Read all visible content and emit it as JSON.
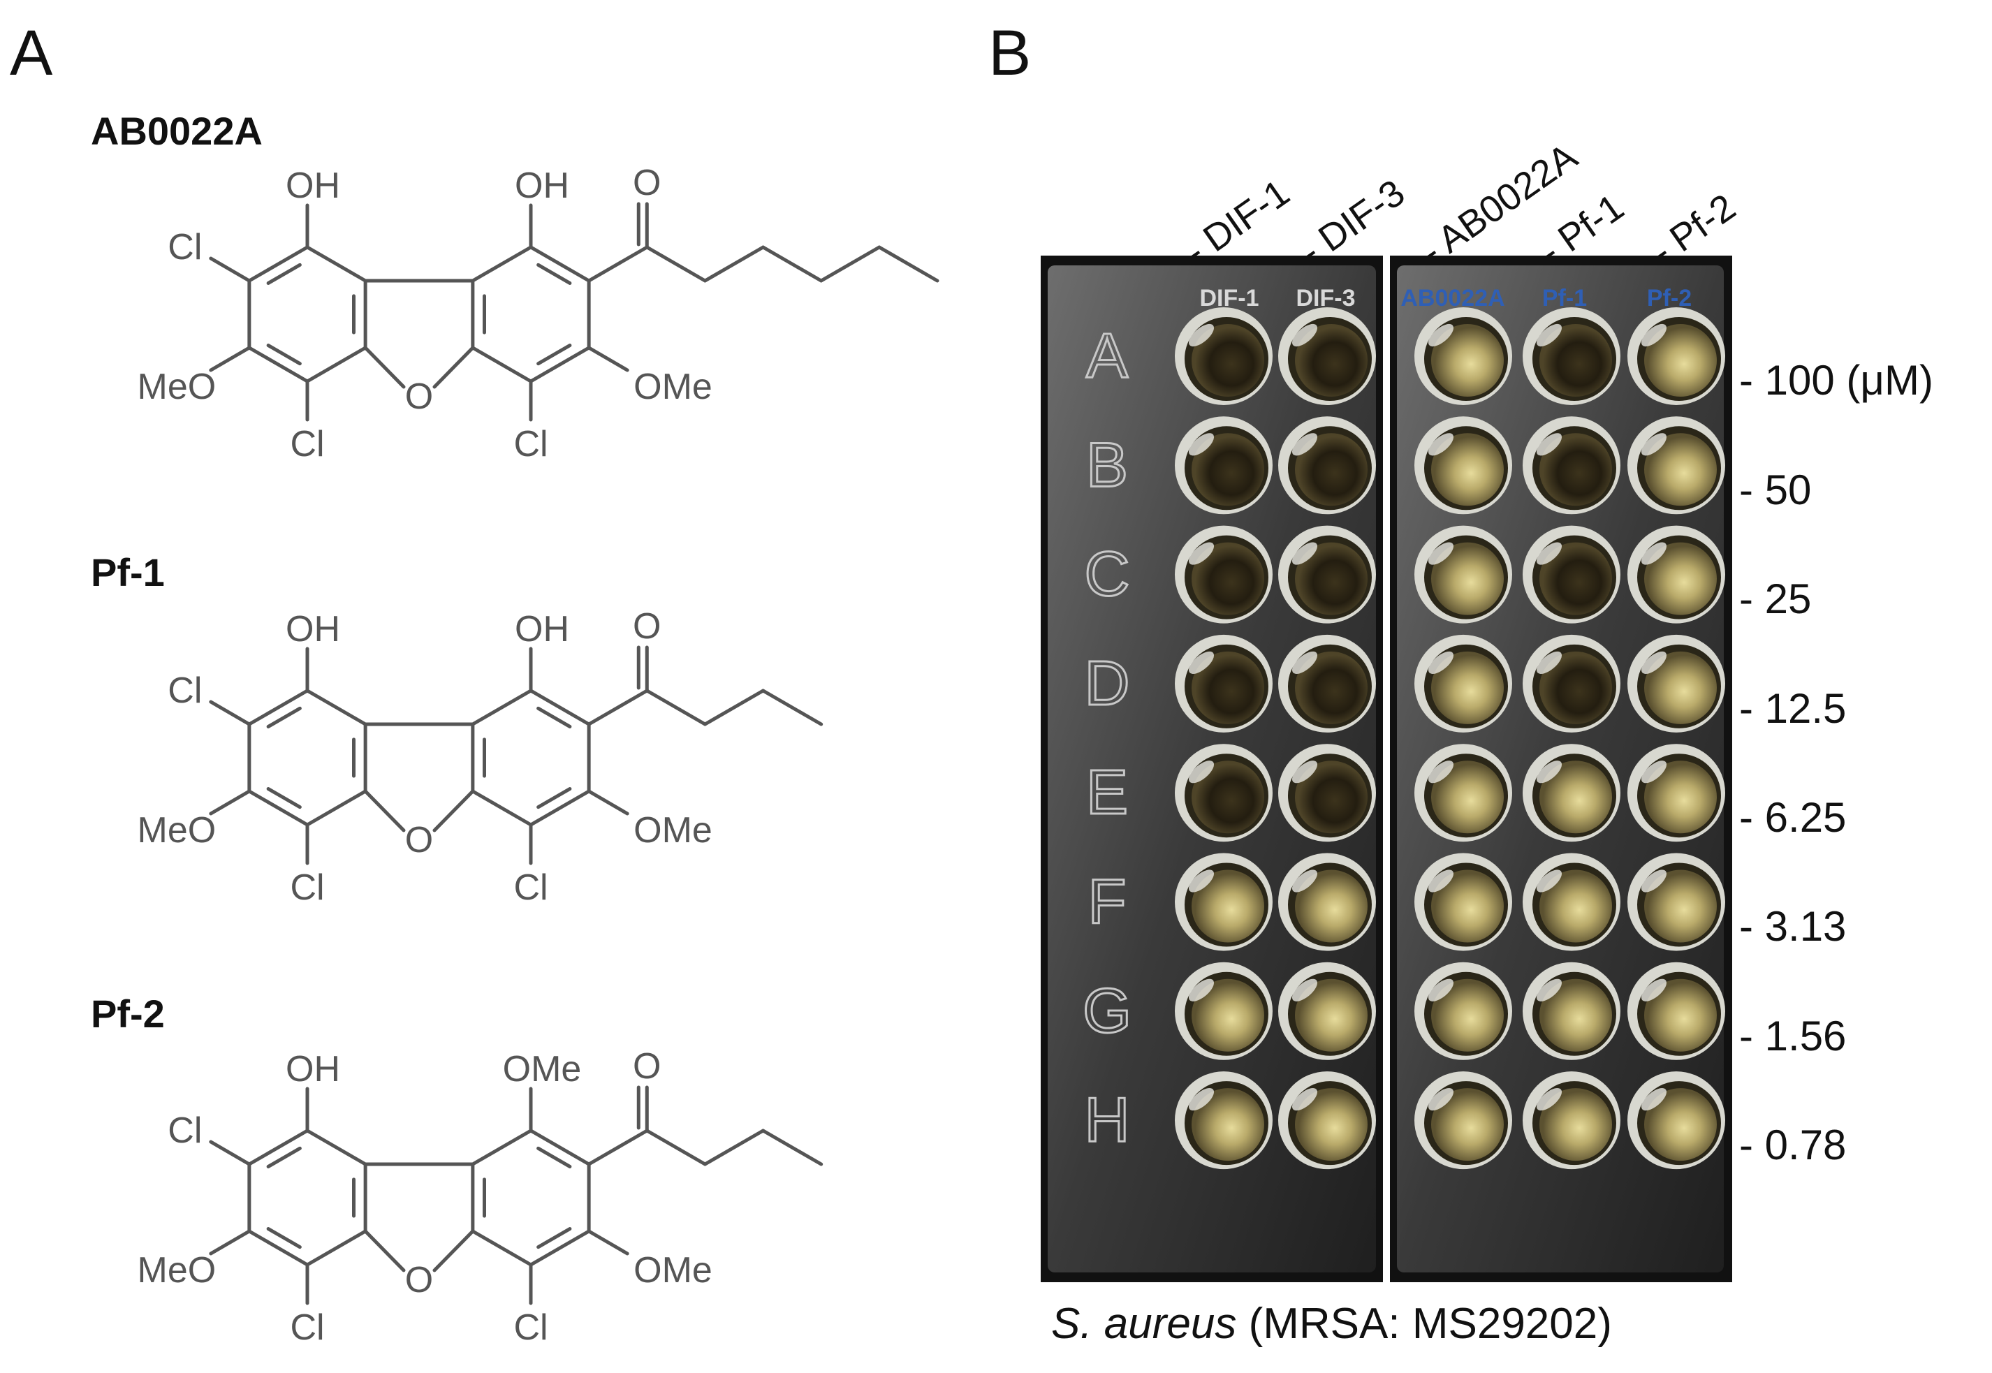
{
  "panel_a": {
    "letter": "A",
    "compounds": [
      {
        "name": "AB0022A",
        "labels": {
          "oh_left": "OH",
          "top_right": "OH",
          "ketone_o": "O",
          "cl_left": "Cl",
          "meo_left": "MeO",
          "ome_right": "OMe",
          "cl_bottom_left": "Cl",
          "cl_bottom_right": "Cl",
          "furan_o": "O"
        },
        "chain_segments": 5
      },
      {
        "name": "Pf-1",
        "labels": {
          "oh_left": "OH",
          "top_right": "OH",
          "ketone_o": "O",
          "cl_left": "Cl",
          "meo_left": "MeO",
          "ome_right": "OMe",
          "cl_bottom_left": "Cl",
          "cl_bottom_right": "Cl",
          "furan_o": "O"
        },
        "chain_segments": 3
      },
      {
        "name": "Pf-2",
        "labels": {
          "oh_left": "OH",
          "top_right": "OMe",
          "ketone_o": "O",
          "cl_left": "Cl",
          "meo_left": "MeO",
          "ome_right": "OMe",
          "cl_bottom_left": "Cl",
          "cl_bottom_right": "Cl",
          "furan_o": "O"
        },
        "chain_segments": 3
      }
    ]
  },
  "panel_b": {
    "letter": "B",
    "column_labels": [
      "- DIF-1",
      "- DIF-3",
      "- AB0022A",
      "- Pf-1",
      "- Pf-2"
    ],
    "row_letters": [
      "A",
      "B",
      "C",
      "D",
      "E",
      "F",
      "G",
      "H"
    ],
    "concentration_labels": [
      "- 100 (μM)",
      "- 50",
      "- 25",
      "- 12.5",
      "- 6.25",
      "- 3.13",
      "- 1.56",
      "- 0.78"
    ],
    "lid_writing": [
      "DIF-1",
      "DIF-3",
      "AB0022A",
      "Pf-1",
      "Pf-2"
    ],
    "caption_italic": "S. aureus",
    "caption_rest": " (MRSA: MS29202)",
    "well_dark_rows": [
      5,
      5,
      0,
      4,
      0
    ],
    "colors": {
      "dark_well": "#231d10",
      "clear_well": "#b9aa6a",
      "plate_bg": "#2a2a2a"
    }
  }
}
